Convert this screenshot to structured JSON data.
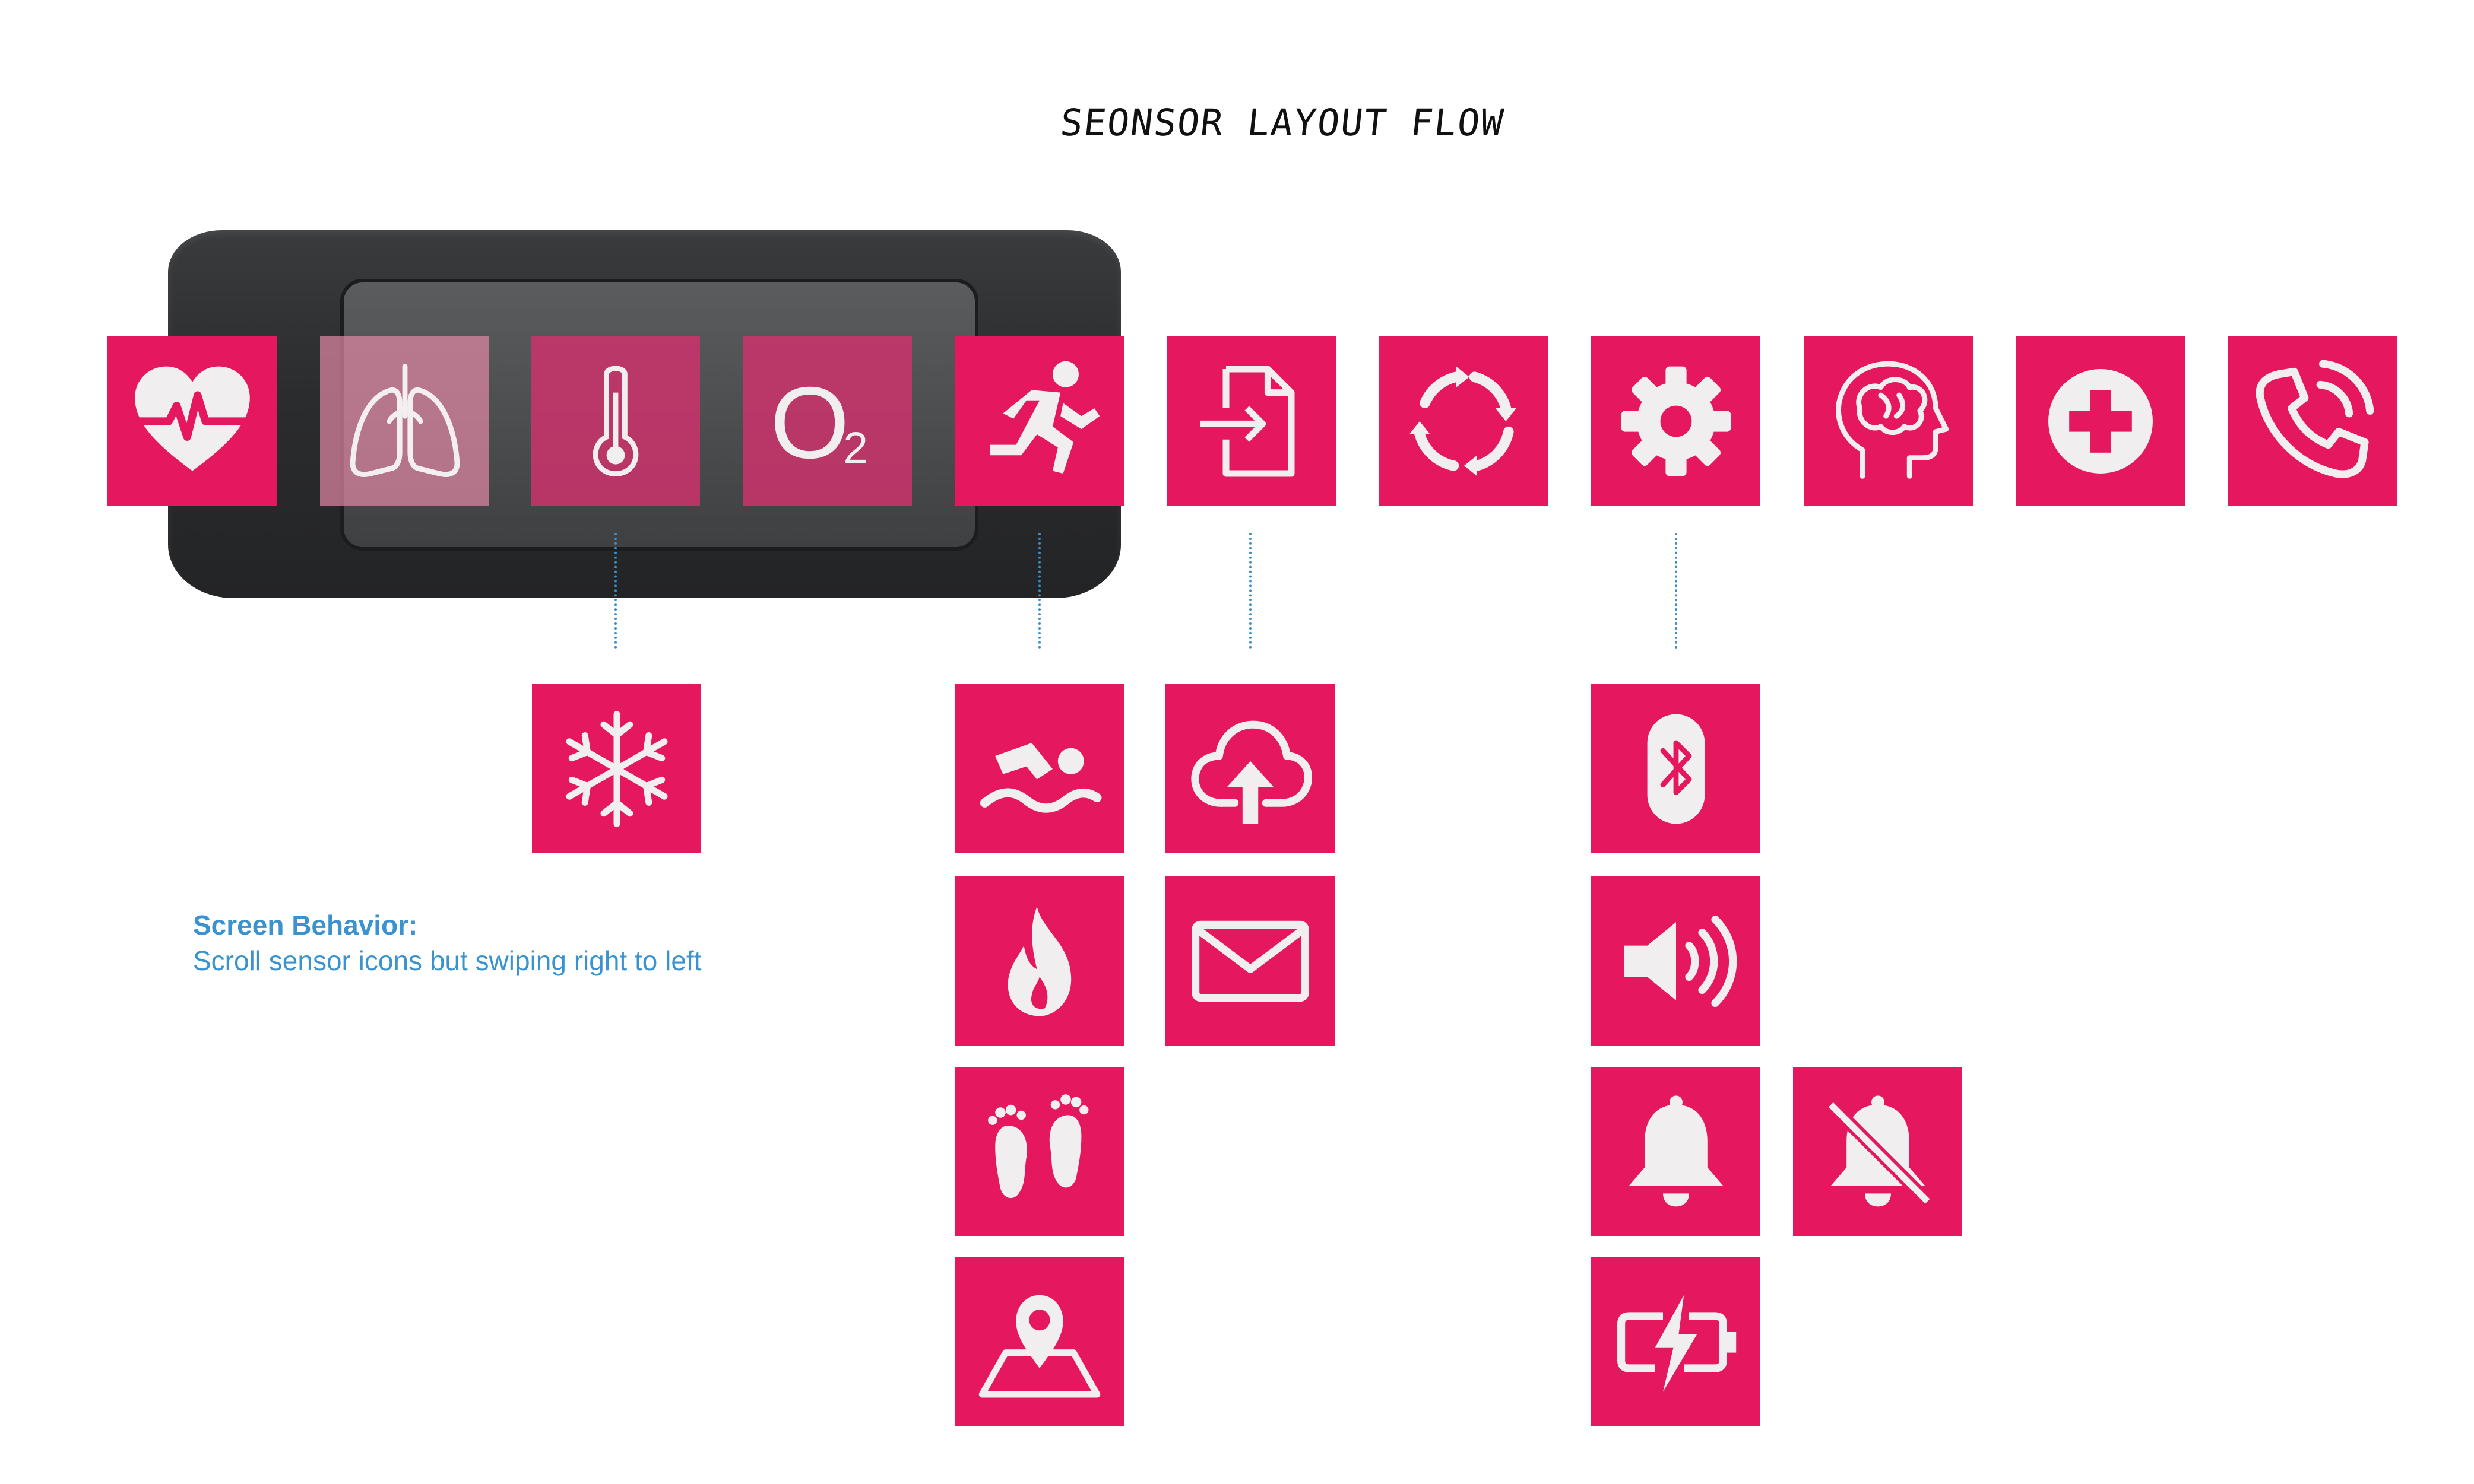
{
  "page": {
    "title": "SEONSOR LAYOUT FLOW"
  },
  "icon_color": "#e5175f",
  "glyph_color": "#f0eeee",
  "note": {
    "heading": "Screen Behavior:",
    "text": "Scroll sensor icons but swiping right to left"
  },
  "top_row": [
    {
      "name": "heart-rate-icon"
    },
    {
      "name": "lungs-icon"
    },
    {
      "name": "thermometer-icon"
    },
    {
      "name": "oxygen-icon",
      "label_main": "O",
      "label_sub": "2"
    },
    {
      "name": "running-icon"
    },
    {
      "name": "file-import-icon"
    },
    {
      "name": "sync-icon"
    },
    {
      "name": "settings-gear-icon"
    },
    {
      "name": "brain-head-icon"
    },
    {
      "name": "medical-cross-icon"
    },
    {
      "name": "phone-call-icon"
    }
  ],
  "sub_columns": {
    "thermometer": [
      "snowflake-icon"
    ],
    "running": [
      "swimming-icon",
      "fire-icon",
      "footprints-icon",
      "map-location-icon"
    ],
    "file_import": [
      "cloud-upload-icon",
      "mail-icon"
    ],
    "settings": [
      "bluetooth-icon",
      "volume-icon",
      "bell-icon",
      "battery-charging-icon"
    ],
    "bell_alt": [
      "bell-off-icon"
    ]
  }
}
